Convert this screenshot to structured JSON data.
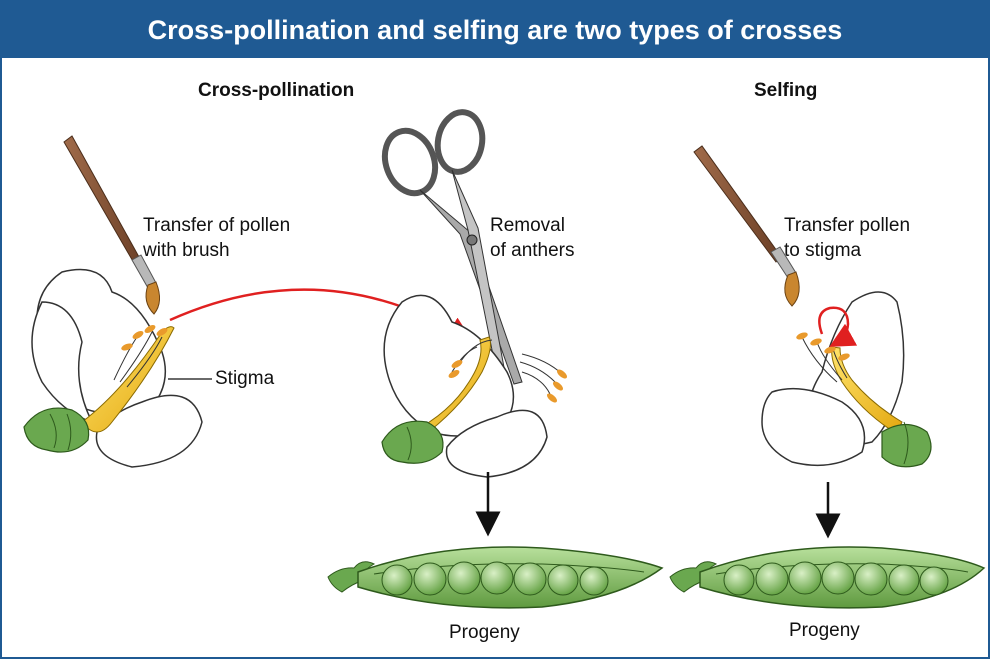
{
  "title": "Cross-pollination and selfing are two types of crosses",
  "cross_panel": {
    "heading": "Cross-pollination",
    "brush_label_line1": "Transfer of pollen",
    "brush_label_line2": "with brush",
    "stigma_label": "Stigma",
    "scissors_label_line1": "Removal",
    "scissors_label_line2": "of anthers",
    "progeny_label": "Progeny"
  },
  "selfing_panel": {
    "heading": "Selfing",
    "brush_label_line1": "Transfer pollen",
    "brush_label_line2": "to stigma",
    "progeny_label": "Progeny"
  },
  "colors": {
    "title_bar": "#1f5a93",
    "petal": "#ffffff",
    "petal_outline": "#333333",
    "pistil": "#f2c21b",
    "anther": "#e99a2c",
    "sepal": "#6aa84f",
    "pod": "#8cc36a",
    "pea": "#7fbf5a",
    "arrow_red": "#e02020",
    "arrow_black": "#111111",
    "brush_handle": "#8b5a3c",
    "ferrule": "#b0b0b0"
  }
}
